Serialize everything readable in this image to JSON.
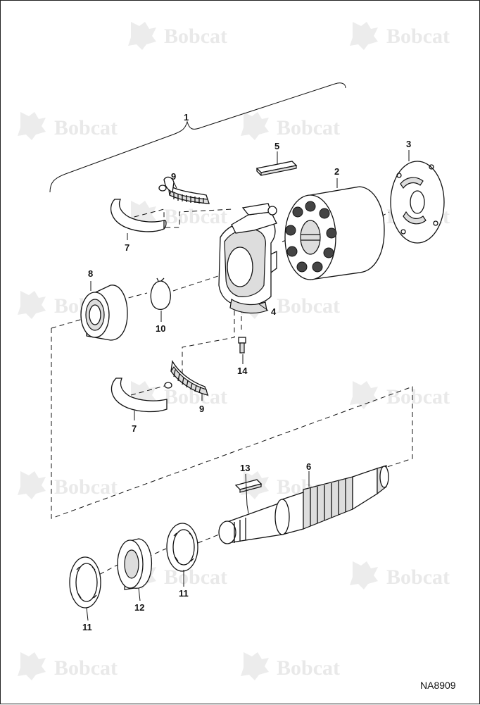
{
  "watermark": {
    "brand": "Bobcat"
  },
  "drawing_code": "NA8909",
  "callouts": {
    "c1": "1",
    "c2": "2",
    "c3": "3",
    "c4": "4",
    "c5": "5",
    "c6": "6",
    "c7a": "7",
    "c7b": "7",
    "c8": "8",
    "c9a": "9",
    "c9b": "9",
    "c10": "10",
    "c11a": "11",
    "c11b": "11",
    "c12": "12",
    "c13": "13",
    "c14": "14"
  }
}
